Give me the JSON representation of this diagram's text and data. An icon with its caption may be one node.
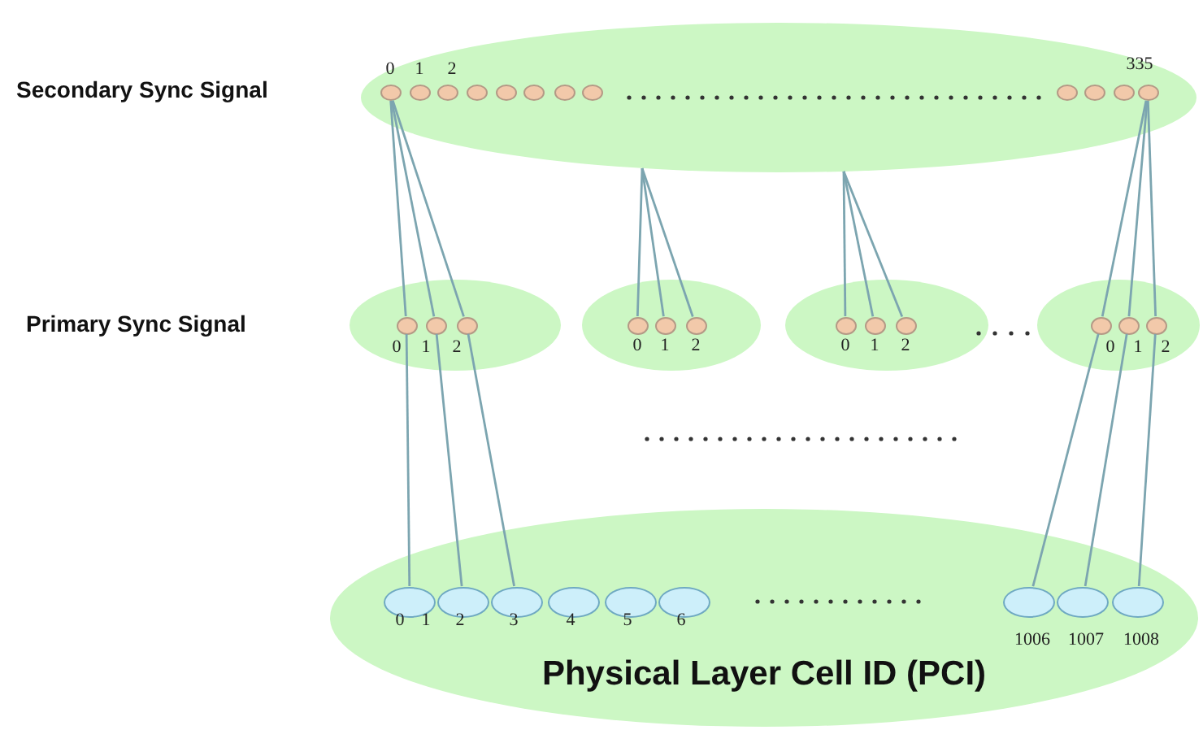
{
  "diagram": {
    "nodes": [
      {
        "text": [],
        "shape": "ellipse"
      },
      {
        "text": [],
        "shape": "ellipse",
        "in": 0,
        "beside": [
          "0"
        ]
      },
      {
        "text": [],
        "shape": "ellipse",
        "in": 0,
        "beside": [
          "1"
        ]
      },
      {
        "text": [],
        "shape": "ellipse",
        "in": 0,
        "beside": [
          "2"
        ]
      },
      {
        "text": [],
        "shape": "ellipse",
        "in": 0
      },
      {
        "text": [],
        "shape": "ellipse",
        "in": 0
      },
      {
        "text": [],
        "shape": "ellipse",
        "in": 0
      },
      {
        "text": [],
        "shape": "ellipse",
        "in": 0
      },
      {
        "text": [],
        "shape": "ellipse",
        "in": 0
      },
      {
        "text": [],
        "shape": "ellipse",
        "in": 0
      },
      {
        "text": [],
        "shape": "ellipse",
        "in": 0
      },
      {
        "text": [],
        "shape": "ellipse",
        "in": 0
      },
      {
        "text": [],
        "shape": "ellipse",
        "in": 0,
        "beside": [
          "335"
        ]
      },
      {
        "text": [],
        "shape": "ellipse"
      },
      {
        "text": [],
        "shape": "ellipse",
        "in": 13,
        "beside": [
          "0"
        ]
      },
      {
        "text": [],
        "shape": "ellipse",
        "in": 13,
        "beside": [
          "1"
        ]
      },
      {
        "text": [],
        "shape": "ellipse",
        "in": 13,
        "beside": [
          "2"
        ]
      },
      {
        "text": [],
        "shape": "ellipse"
      },
      {
        "text": [],
        "shape": "ellipse",
        "in": 17,
        "beside": [
          "0"
        ]
      },
      {
        "text": [],
        "shape": "ellipse",
        "in": 17,
        "beside": [
          "1"
        ]
      },
      {
        "text": [],
        "shape": "ellipse",
        "in": 17,
        "beside": [
          "2"
        ]
      },
      {
        "text": [],
        "shape": "ellipse"
      },
      {
        "text": [],
        "shape": "ellipse",
        "in": 21,
        "beside": [
          "0"
        ]
      },
      {
        "text": [],
        "shape": "ellipse",
        "in": 21,
        "beside": [
          "1"
        ]
      },
      {
        "text": [],
        "shape": "ellipse",
        "in": 21,
        "beside": [
          "2"
        ]
      },
      {
        "text": [],
        "shape": "ellipse"
      },
      {
        "text": [],
        "shape": "ellipse",
        "in": 25,
        "beside": [
          "0"
        ]
      },
      {
        "text": [],
        "shape": "ellipse",
        "in": 25,
        "beside": [
          "1"
        ]
      },
      {
        "text": [],
        "shape": "ellipse",
        "in": 25,
        "beside": [
          "2"
        ]
      },
      {
        "text": [
          "Physical Layer Cell ID (PCI)"
        ]
      },
      {
        "text": [],
        "shape": "ellipse",
        "in": 29,
        "beside": [
          "0",
          "1"
        ]
      },
      {
        "text": [],
        "shape": "ellipse",
        "in": 29,
        "beside": [
          "2"
        ]
      },
      {
        "text": [],
        "shape": "ellipse",
        "in": 29,
        "beside": [
          "3"
        ]
      },
      {
        "text": [],
        "shape": "ellipse",
        "in": 29,
        "beside": [
          "4"
        ]
      },
      {
        "text": [],
        "shape": "ellipse",
        "in": 29,
        "beside": [
          "5"
        ]
      },
      {
        "text": [],
        "shape": "ellipse",
        "in": 29,
        "beside": [
          "6"
        ]
      },
      {
        "text": [],
        "shape": "ellipse",
        "in": 29,
        "beside": [
          "1006"
        ]
      },
      {
        "text": [],
        "shape": "ellipse",
        "in": 29,
        "beside": [
          "1007"
        ]
      },
      {
        "text": [],
        "shape": "ellipse",
        "in": 29,
        "beside": [
          "1008"
        ]
      }
    ],
    "edges": [
      {
        "from": 1,
        "to": 14,
        "arrow": "none"
      },
      {
        "from": 1,
        "to": 15,
        "arrow": "none"
      },
      {
        "from": 1,
        "to": 16,
        "arrow": "none"
      },
      {
        "from": 0,
        "to": 18,
        "arrow": "none"
      },
      {
        "from": 0,
        "to": 19,
        "arrow": "none"
      },
      {
        "from": 0,
        "to": 20,
        "arrow": "none"
      },
      {
        "from": 0,
        "to": 22,
        "arrow": "none"
      },
      {
        "from": 0,
        "to": 23,
        "arrow": "none"
      },
      {
        "from": 0,
        "to": 24,
        "arrow": "none"
      },
      {
        "from": 12,
        "to": 26,
        "arrow": "none"
      },
      {
        "from": 12,
        "to": 27,
        "arrow": "none"
      },
      {
        "from": 12,
        "to": 28,
        "arrow": "none"
      },
      {
        "from": 14,
        "to": 30,
        "arrow": "none"
      },
      {
        "from": 15,
        "to": 31,
        "arrow": "none"
      },
      {
        "from": 16,
        "to": 32,
        "arrow": "none"
      },
      {
        "from": 26,
        "to": 36,
        "arrow": "none"
      },
      {
        "from": 27,
        "to": 37,
        "arrow": "none"
      },
      {
        "from": 28,
        "to": 38,
        "arrow": "none"
      }
    ],
    "labels": [
      "Secondary Sync Signal",
      "Primary Sync Signal"
    ]
  }
}
